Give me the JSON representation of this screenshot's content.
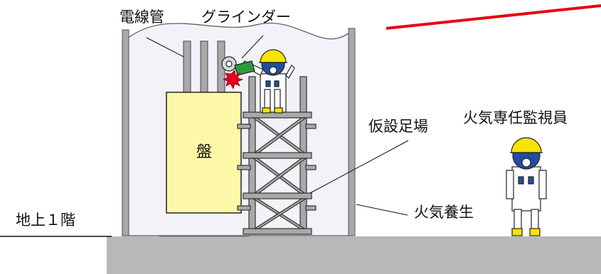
{
  "labels": {
    "conduit": "電線管",
    "grinder": "グラインダー",
    "scaffold": "仮設足場",
    "fire_watch": "火気専任監視員",
    "fire_curing": "火気養生",
    "floor": "地上１階",
    "panel": "盤"
  },
  "colors": {
    "helmet": "#f7e400",
    "worker_blue": "#1f4fa3",
    "grinder_green": "#2e9b3a",
    "spark_red": "#e3001b",
    "accent_line": "#e60012",
    "panel_fill": "#fdf8a8",
    "ground": "#b8b8b8",
    "scaffold": "#a9a9a9",
    "screen": "#f2f2f8"
  }
}
